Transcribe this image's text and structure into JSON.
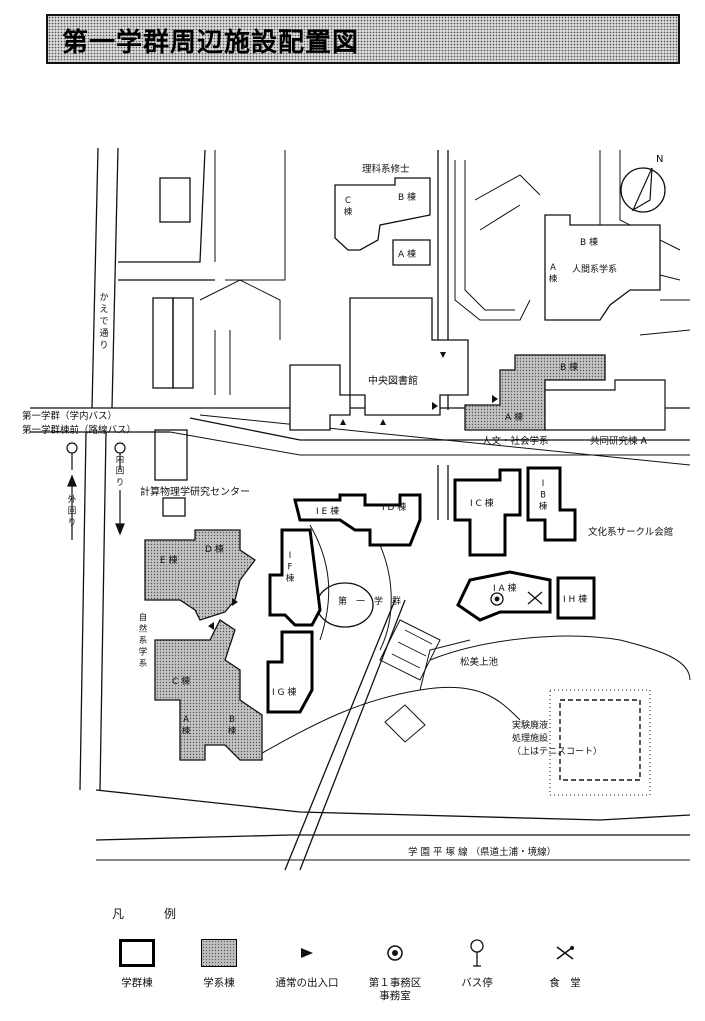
{
  "title": "第一学群周辺施設配置図",
  "colors": {
    "line": "#111111",
    "department_fill": "#bdbdbd",
    "background": "#ffffff"
  },
  "map": {
    "north_label": "N",
    "buildings": {
      "science_grad": "理科系修士",
      "science_grad_b": "B 棟",
      "science_grad_c": "C\n棟",
      "science_grad_a": "A 棟",
      "human_sci": "人間系学系",
      "human_a": "A\n棟",
      "human_b": "B 棟",
      "library": "中央図書館",
      "humanities_b": "B 棟",
      "humanities_a": "A 棟",
      "humanities": "人文・社会学系",
      "joint_research_a": "共同研究棟 A",
      "comp_physics": "計算物理学研究センター",
      "e_bldg": "E 棟",
      "d_bldg": "D 棟",
      "natural_sci": "自\n然\n系\n学\n系",
      "c_bldg": "C 棟",
      "a_bldg": "A\n棟",
      "b_bldg": "B\n棟",
      "ie": "I E 棟",
      "id": "I D 棟",
      "ic": "I C 棟",
      "ib": "I\nB\n棟",
      "if": "I\nF\n棟",
      "ia": "I A 棟",
      "ih": "I H 棟",
      "ig": "I G 棟",
      "gakugun_1": "第　一　学　群",
      "culture_club": "文化系サークル会館",
      "pond": "松美上池",
      "waste_facility": "実験廃液\n処理施設\n（上はテニスコート）"
    },
    "roads": {
      "kaede": "か\nえ\nで\n通\nり",
      "inner_loop": "内\n回\nり",
      "outer_loop": "外\n回\nり",
      "bus_stop_1": "第一学群（学内バス）",
      "bus_stop_2": "第一学群棟前（路線バス）",
      "pedestrian_way": "学 園 平 塚 線 （県道土浦・境線）"
    }
  },
  "legend": {
    "title": "凡　例",
    "items": [
      {
        "label": "学群棟",
        "icon": "bold-outline-box"
      },
      {
        "label": "学系棟",
        "icon": "gray-filled-box"
      },
      {
        "label": "通常の出入口",
        "icon": "entrance-triangle"
      },
      {
        "label": "第１事務区\n事務室",
        "icon": "office-target"
      },
      {
        "label": "バス停",
        "icon": "bus-stop-sign"
      },
      {
        "label": "食　堂",
        "icon": "dining-utensils"
      }
    ]
  }
}
